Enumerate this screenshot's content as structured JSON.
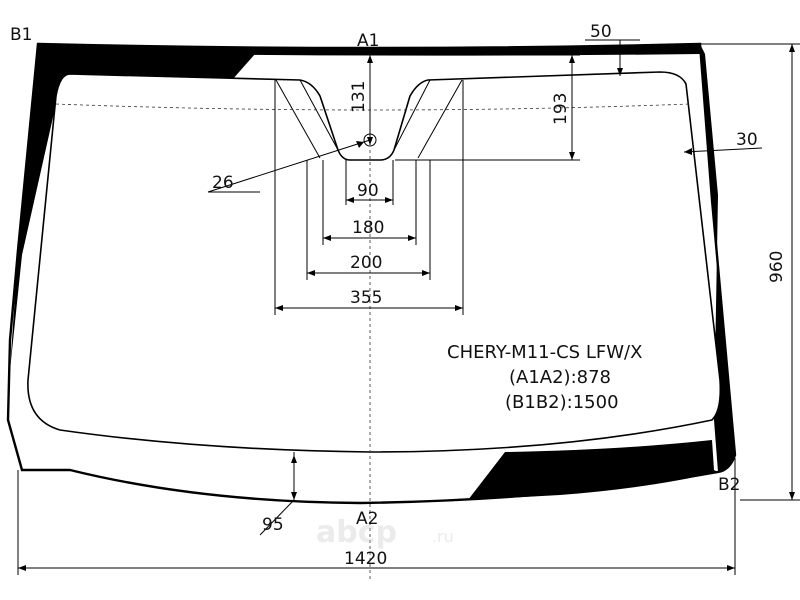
{
  "points": {
    "b1": "B1",
    "a1": "A1",
    "b2": "B2",
    "a2": "A2"
  },
  "dimensions": {
    "top_band": "50",
    "side_band": "30",
    "height_total": "960",
    "sensor_131": "131",
    "sensor_193": "193",
    "sensor_26": "26",
    "w90": "90",
    "w180": "180",
    "w200": "200",
    "w355": "355",
    "bottom_band": "95",
    "width_total": "1420"
  },
  "caption": {
    "model": "CHERY-M11-CS LFW/X",
    "a1a2": "(A1A2):878",
    "b1b2": "(B1B2):1500"
  },
  "watermark": {
    "brand": "abcp",
    "suffix": ".ru"
  }
}
